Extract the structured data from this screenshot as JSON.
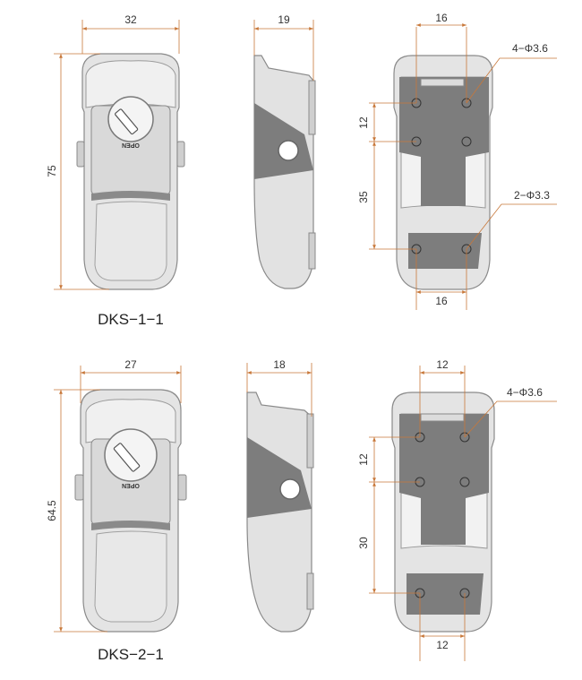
{
  "colors": {
    "dimension_line": "#c8783a",
    "body_fill": "#e4e4e4",
    "body_stroke": "#8a8a8a",
    "dark_fill": "#7d7d7d"
  },
  "product_1": {
    "model": "DKS−1−1",
    "front": {
      "width": "32",
      "height": "75",
      "lock_label": "OPEN"
    },
    "side": {
      "depth": "19"
    },
    "back": {
      "top_spacing": "16",
      "bottom_spacing": "16",
      "vertical_pitch": "12",
      "lower_pitch": "35",
      "holes_upper": "4−Φ3.6",
      "holes_lower": "2−Φ3.3"
    }
  },
  "product_2": {
    "model": "DKS−2−1",
    "front": {
      "width": "27",
      "height": "64.5",
      "lock_label": "OPEN"
    },
    "side": {
      "depth": "18"
    },
    "back": {
      "top_spacing": "12",
      "bottom_spacing": "12",
      "vertical_pitch": "12",
      "lower_pitch": "30",
      "holes_upper": "4−Φ3.6"
    }
  }
}
